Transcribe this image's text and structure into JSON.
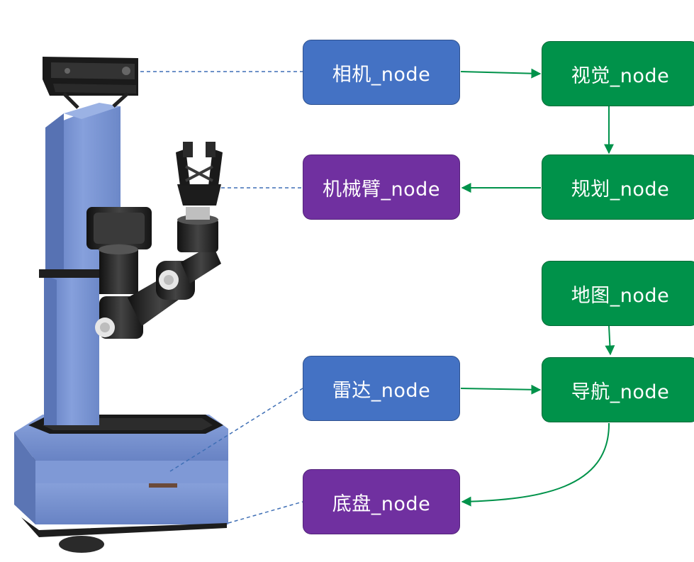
{
  "nodes": {
    "camera": {
      "label": "相机_node",
      "color": "#4472c4"
    },
    "vision": {
      "label": "视觉_node",
      "color": "#00924a"
    },
    "arm": {
      "label": "机械臂_node",
      "color": "#7030a0"
    },
    "planning": {
      "label": "规划_node",
      "color": "#00924a"
    },
    "map": {
      "label": "地图_node",
      "color": "#00924a"
    },
    "lidar": {
      "label": "雷达_node",
      "color": "#4472c4"
    },
    "navigation": {
      "label": "导航_node",
      "color": "#00924a"
    },
    "chassis": {
      "label": "底盘_node",
      "color": "#7030a0"
    }
  },
  "edges": [
    {
      "from": "相机_node",
      "to": "视觉_node"
    },
    {
      "from": "视觉_node",
      "to": "规划_node"
    },
    {
      "from": "规划_node",
      "to": "机械臂_node"
    },
    {
      "from": "地图_node",
      "to": "导航_node"
    },
    {
      "from": "雷达_node",
      "to": "导航_node"
    },
    {
      "from": "导航_node",
      "to": "底盘_node"
    }
  ],
  "colors": {
    "arrow": "#00924a",
    "leader_line": "#3f6fb5",
    "robot_body": "#7b96d2"
  },
  "robot": {
    "description_icon": "mobile-manipulator-robot-illustration"
  }
}
